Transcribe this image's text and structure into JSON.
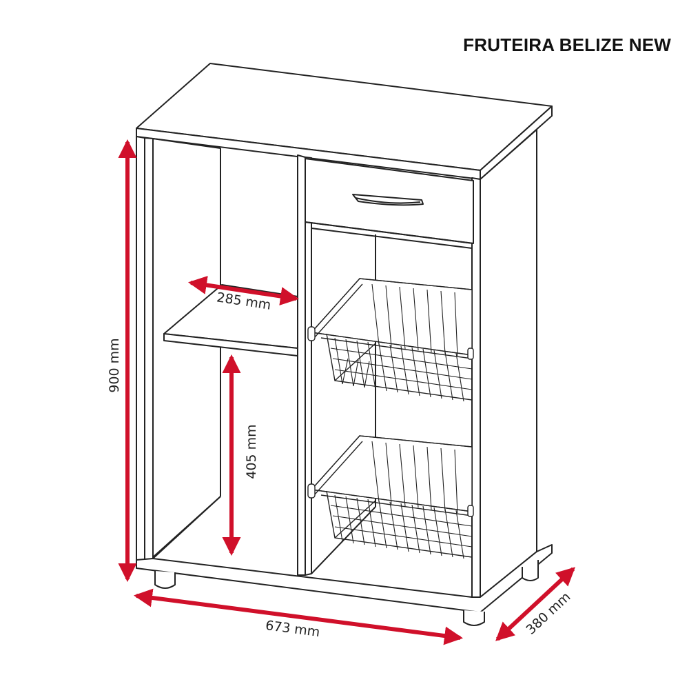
{
  "title": "FRUTEIRA BELIZE NEW",
  "dimensions": {
    "height": "900 mm",
    "width": "673 mm",
    "depth": "380 mm",
    "shelf_depth": "285 mm",
    "shelf_clearance": "405 mm"
  },
  "colors": {
    "outline": "#222222",
    "dimension": "#d0102a",
    "label": "#222222"
  }
}
